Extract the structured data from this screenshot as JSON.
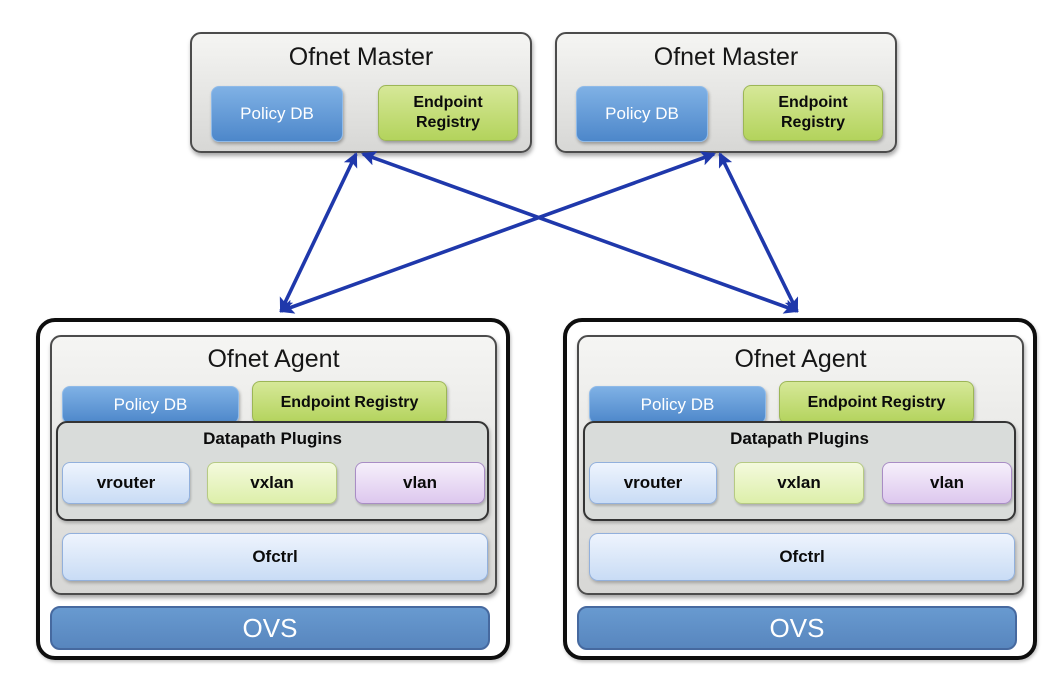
{
  "masters": [
    {
      "title": "Ofnet Master",
      "policy_db": "Policy DB",
      "endpoint_registry": "Endpoint Registry"
    },
    {
      "title": "Ofnet Master",
      "policy_db": "Policy DB",
      "endpoint_registry": "Endpoint Registry"
    }
  ],
  "agents": [
    {
      "title": "Ofnet Agent",
      "policy_db": "Policy DB",
      "endpoint_registry": "Endpoint Registry",
      "datapath_title": "Datapath Plugins",
      "plugins": [
        "vrouter",
        "vxlan",
        "vlan"
      ],
      "ofctrl": "Ofctrl",
      "ovs": "OVS"
    },
    {
      "title": "Ofnet Agent",
      "policy_db": "Policy DB",
      "endpoint_registry": "Endpoint Registry",
      "datapath_title": "Datapath Plugins",
      "plugins": [
        "vrouter",
        "vxlan",
        "vlan"
      ],
      "ofctrl": "Ofctrl",
      "ovs": "OVS"
    }
  ],
  "connections": [
    {
      "from": "agent-1",
      "to": "master-1",
      "style": "double-headed-arrow"
    },
    {
      "from": "agent-1",
      "to": "master-2",
      "style": "double-headed-arrow"
    },
    {
      "from": "agent-2",
      "to": "master-2",
      "style": "double-headed-arrow"
    },
    {
      "from": "agent-2",
      "to": "master-1",
      "style": "double-headed-arrow"
    }
  ],
  "colors": {
    "arrow": "#1f38ab",
    "policy_db_blue": "#5b93d2",
    "endpoint_registry_green": "#bcd968",
    "plugin_blue": "#d6e4f8",
    "plugin_green": "#e9f3c2",
    "plugin_purple": "#e6d4f2",
    "ofctrl_blue": "#dbe8fa",
    "ovs_blue": "#5e8fc9",
    "panel_gray": "#e3e3e1",
    "datapath_gray": "#d9dcda"
  }
}
